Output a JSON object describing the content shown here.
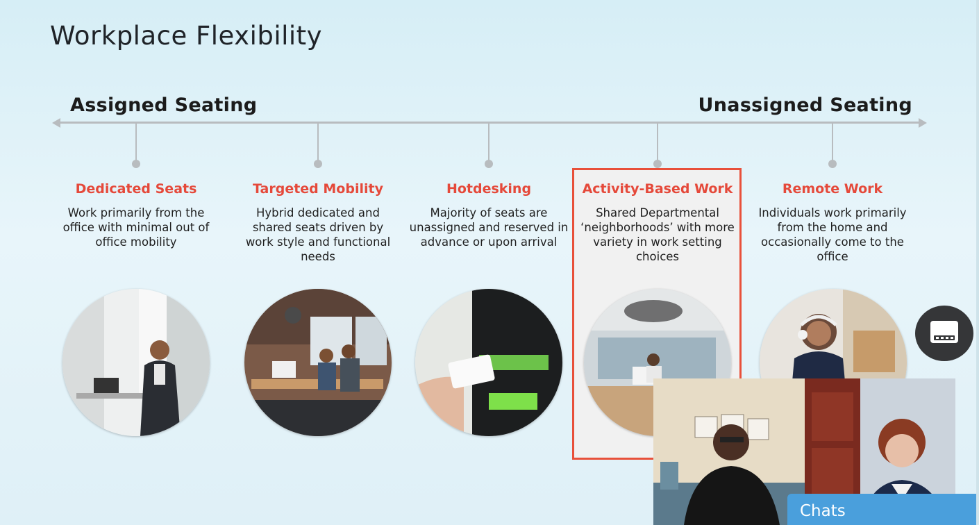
{
  "slide": {
    "title": "Workplace Flexibility",
    "axis": {
      "left_label": "Assigned Seating",
      "right_label": "Unassigned Seating"
    },
    "items": [
      {
        "title": "Dedicated Seats",
        "description": "Work primarily from the office with minimal out of office mobility",
        "photo": "office-phone-call-photo",
        "highlighted": false
      },
      {
        "title": "Targeted Mobility",
        "description": "Hybrid dedicated and shared seats driven by work style and functional needs",
        "photo": "open-office-team-photo",
        "highlighted": false
      },
      {
        "title": "Hotdesking",
        "description": "Majority of seats are unassigned and reserved in advance or upon arrival",
        "photo": "desk-reservation-card-photo",
        "highlighted": false
      },
      {
        "title": "Activity-Based Work",
        "description": "Shared Departmental ‘neighborhoods’ with more variety in work setting choices",
        "photo": "activity-based-office-photo",
        "highlighted": true
      },
      {
        "title": "Remote Work",
        "description": "Individuals work primarily from the home and occasionally come to the office",
        "photo": "remote-worker-headset-photo",
        "highlighted": false
      }
    ],
    "colors": {
      "accent": "#e5493a",
      "axis": "#b8bcbf",
      "chats_tab": "#4a9fdc"
    }
  },
  "controls": {
    "captions_icon": "closed-captions-icon"
  },
  "video": {
    "participants": [
      "participant-video-1",
      "participant-video-2"
    ]
  },
  "chats": {
    "label": "Chats"
  }
}
